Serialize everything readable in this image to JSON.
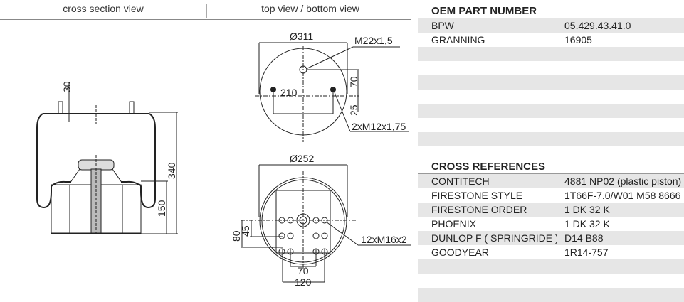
{
  "views": {
    "cross_section": "cross section view",
    "top_bottom": "top view / bottom view"
  },
  "cross_section_dims": {
    "top": "30",
    "height": "340",
    "piston": "150"
  },
  "top_view_dims": {
    "diameter": "Ø311",
    "center_thread": "M22x1,5",
    "bolt_spacing": "210",
    "offset1": "70",
    "offset2": "25",
    "bolt_thread": "2xM12x1,75"
  },
  "bottom_view_dims": {
    "diameter": "Ø252",
    "holes": "12xM16x2",
    "v1": "80",
    "v2": "45",
    "h1": "70",
    "h2": "120"
  },
  "oem": {
    "title": "OEM PART NUMBER",
    "rows": [
      {
        "k": "BPW",
        "v": "05.429.43.41.0"
      },
      {
        "k": "GRANNING",
        "v": "16905"
      },
      {
        "k": "",
        "v": ""
      },
      {
        "k": "",
        "v": ""
      },
      {
        "k": "",
        "v": ""
      },
      {
        "k": "",
        "v": ""
      },
      {
        "k": "",
        "v": ""
      },
      {
        "k": "",
        "v": ""
      },
      {
        "k": "",
        "v": ""
      }
    ]
  },
  "cross": {
    "title": "CROSS REFERENCES",
    "rows": [
      {
        "k": "CONTITECH",
        "v": "4881 NP02 (plastic piston)"
      },
      {
        "k": "FIRESTONE STYLE",
        "v": "1T66F-7.0/W01 M58 8666"
      },
      {
        "k": "FIRESTONE ORDER",
        "v": "1 DK 32 K"
      },
      {
        "k": "PHOENIX",
        "v": "1 DK 32 K"
      },
      {
        "k": "DUNLOP F ( SPRINGRIDE )",
        "v": "D14 B88"
      },
      {
        "k": "GOODYEAR",
        "v": "1R14-757"
      },
      {
        "k": "",
        "v": ""
      },
      {
        "k": "",
        "v": ""
      },
      {
        "k": "",
        "v": ""
      }
    ]
  }
}
